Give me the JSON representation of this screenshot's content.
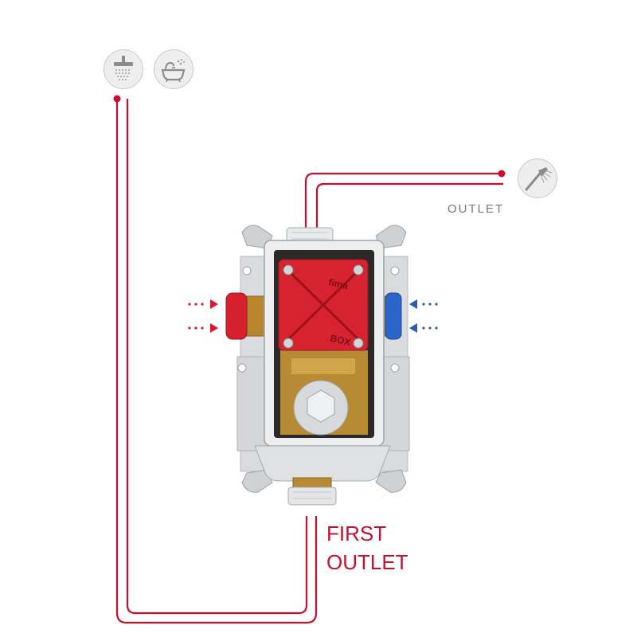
{
  "icons": {
    "shower_head": "shower-head-icon",
    "bathtub": "bathtub-icon",
    "hand_shower": "hand-shower-icon"
  },
  "labels": {
    "outlet": "OUTLET",
    "first_outlet_line1": "FIRST",
    "first_outlet_line2": "OUTLET"
  },
  "valve": {
    "brand": "fima",
    "box": "BOX"
  },
  "colors": {
    "pipe_red": "#c8102e",
    "hot_red": "#e3142c",
    "cold_blue": "#2a5db0",
    "icon_gray": "#8c8c8c"
  }
}
